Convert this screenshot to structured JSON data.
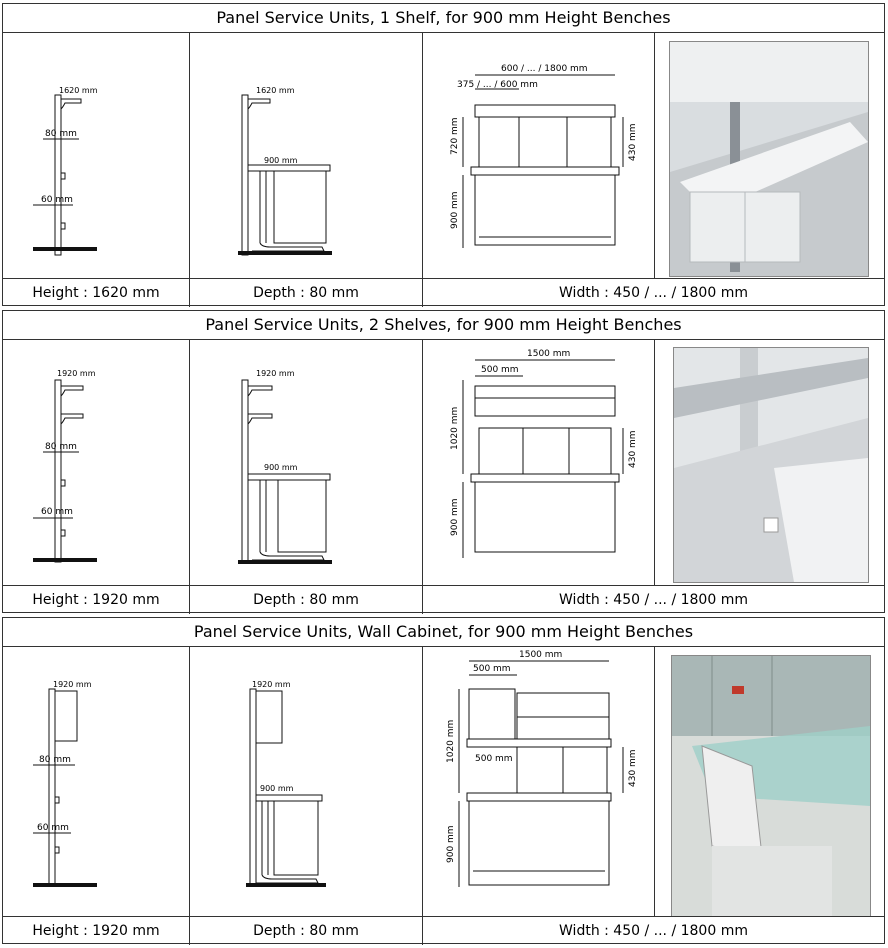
{
  "sections": [
    {
      "title": "Panel Service Units, 1 Shelf, for 900 mm Height Benches",
      "side": {
        "top_label": "1620 mm",
        "mid_label": "80 mm",
        "low_label": "60 mm"
      },
      "depth": {
        "top_label": "1620 mm",
        "bench_label": "900 mm"
      },
      "front": {
        "width_label": "600 / ... / 1800 mm",
        "sub_label": "375 / ... / 600 mm",
        "upper_height": "720 mm",
        "lower_height": "900 mm",
        "right_height": "430 mm"
      },
      "captions": {
        "height": "Height : 1620 mm",
        "depth": "Depth : 80 mm",
        "width": "Width : 450 / ... / 1800 mm"
      }
    },
    {
      "title": "Panel Service Units, 2 Shelves, for 900 mm Height Benches",
      "side": {
        "top_label": "1920 mm",
        "mid_label": "80 mm",
        "low_label": "60 mm"
      },
      "depth": {
        "top_label": "1920 mm",
        "bench_label": "900 mm"
      },
      "front": {
        "width_label": "1500 mm",
        "sub_label": "500 mm",
        "upper_height": "1020 mm",
        "lower_height": "900 mm",
        "right_height": "430 mm"
      },
      "captions": {
        "height": "Height : 1920 mm",
        "depth": "Depth : 80 mm",
        "width": "Width : 450 / ... / 1800 mm"
      }
    },
    {
      "title": "Panel Service Units, Wall Cabinet, for 900 mm Height Benches",
      "side": {
        "top_label": "1920 mm",
        "mid_label": "80 mm",
        "low_label": "60 mm"
      },
      "depth": {
        "top_label": "1920 mm",
        "bench_label": "900 mm"
      },
      "front": {
        "width_label": "1500 mm",
        "sub_label": "500 mm",
        "sub_label_2": "500 mm",
        "upper_height": "1020 mm",
        "lower_height": "900 mm",
        "right_height": "430 mm"
      },
      "captions": {
        "height": "Height : 1920 mm",
        "depth": "Depth : 80 mm",
        "width": "Width : 450 / ... / 1800 mm"
      }
    }
  ]
}
